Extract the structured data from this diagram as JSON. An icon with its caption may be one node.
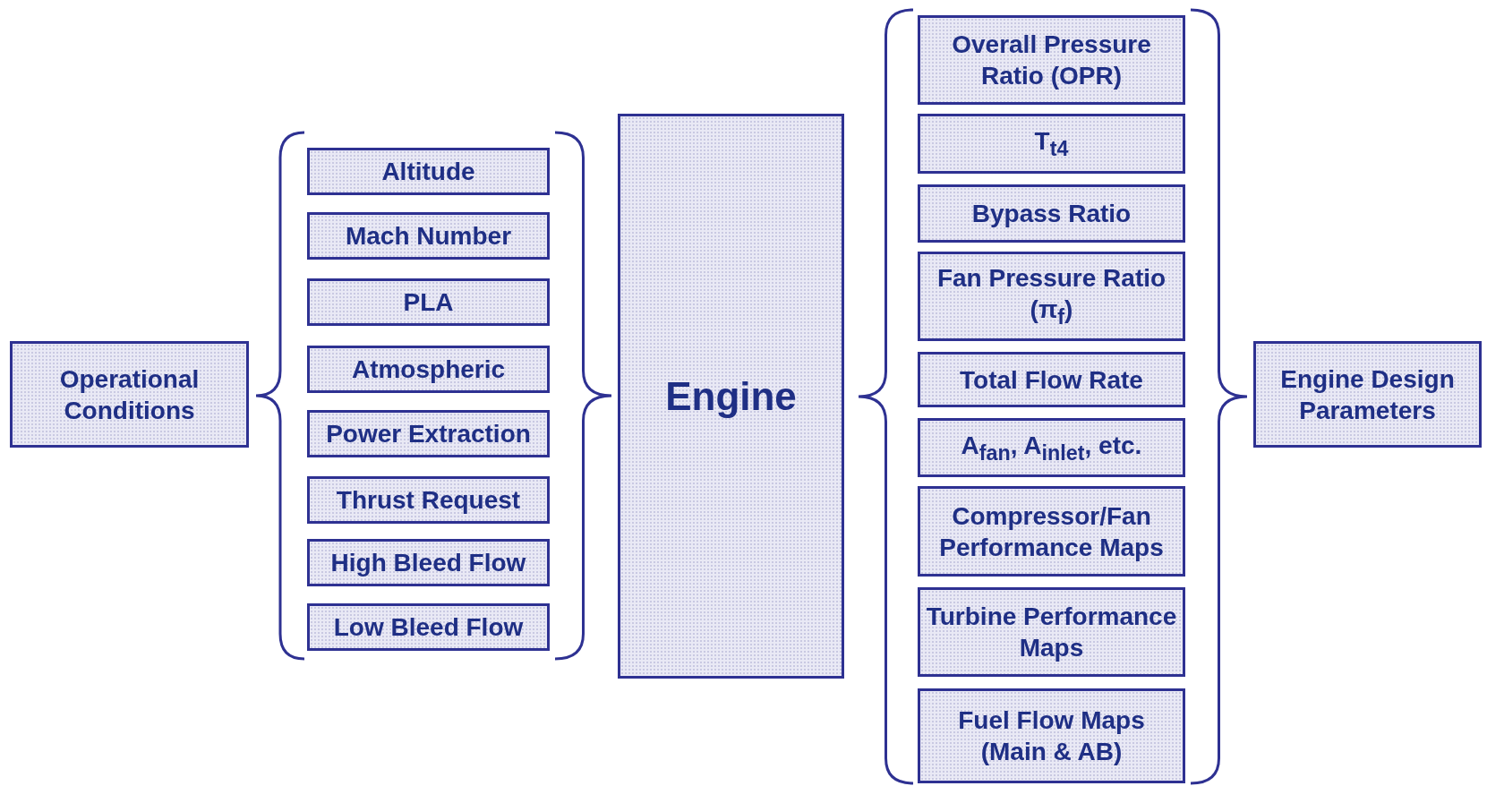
{
  "diagram": {
    "nodes": [
      {
        "text": [
          "Operational Conditions"
        ]
      },
      {
        "text": [
          "Altitude"
        ]
      },
      {
        "text": [
          "Mach Number"
        ]
      },
      {
        "text": [
          "PLA"
        ]
      },
      {
        "text": [
          "Atmospheric"
        ]
      },
      {
        "text": [
          "Power Extraction"
        ]
      },
      {
        "text": [
          "Thrust Request"
        ]
      },
      {
        "text": [
          "High Bleed Flow"
        ]
      },
      {
        "text": [
          "Low Bleed Flow"
        ]
      },
      {
        "text": [
          "Engine"
        ]
      },
      {
        "text": [
          "Overall Pressure Ratio (OPR)"
        ]
      },
      {
        "text": [
          "T$_{t4}$"
        ]
      },
      {
        "text": [
          "Bypass Ratio"
        ]
      },
      {
        "text": [
          "Fan Pressure Ratio (π$_{f}$)"
        ]
      },
      {
        "text": [
          "Total Flow Rate"
        ]
      },
      {
        "text": [
          "A$_{fan}$, A$_{inlet}$, etc."
        ]
      },
      {
        "text": [
          "Compressor/Fan Performance Maps"
        ]
      },
      {
        "text": [
          "Turbine Performance Maps"
        ]
      },
      {
        "text": [
          "Fuel Flow Maps (Main & AB)"
        ]
      },
      {
        "text": [
          "Engine Design Parameters"
        ]
      }
    ]
  }
}
